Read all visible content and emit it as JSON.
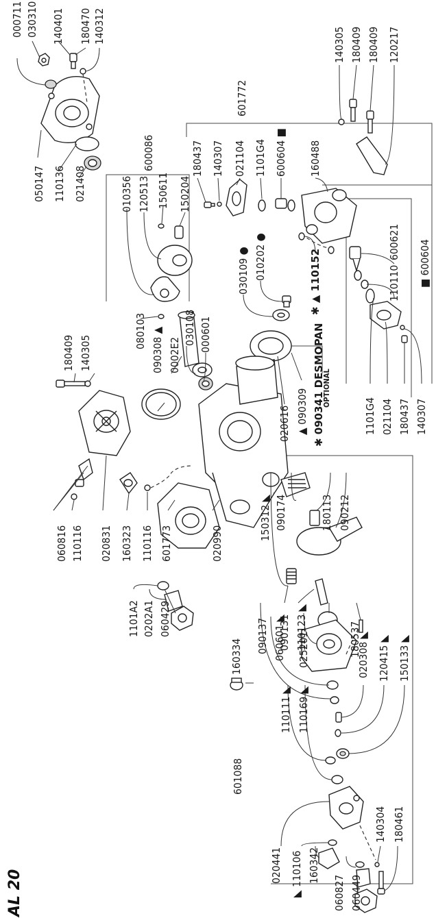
{
  "page_tag": "AL 20",
  "labels": {
    "l000711": "000711",
    "l030310": "030310",
    "l140401": "140401",
    "l180470": "180470",
    "l140312": "140312",
    "l050147": "050147",
    "l110136": "110136",
    "l021408": "021408",
    "l600086": "600086",
    "l010356": "010356",
    "l120513": "120513",
    "l150611": "150611",
    "l150204": "150204",
    "l601772": "601772",
    "l180437a": "180437",
    "l140307a": "140307",
    "l021104a": "021104",
    "l1101G4a": "1101G4",
    "l600604a": "600604 ■",
    "l160488": "160488",
    "l140305a": "140305",
    "l180409a": "180409",
    "l180409b": "180409",
    "l120217": "120217",
    "l110152": "✱ ▲ 110152",
    "l600621": "600621",
    "l110110": "110110",
    "l600604b": "■ 600604",
    "l030109": "030109 ●",
    "l010202": "010202 ●",
    "l080103": "080103",
    "l090308": "090308 ▲",
    "l0002E2": "0002E2",
    "l030108": "030108",
    "l000601": "000601",
    "l020616": "020616",
    "l090309": "▲ 090309",
    "l090341": "✱ 090341 DESMOPAN",
    "optional": "OPTIONAL",
    "l1101G4b": "1101G4",
    "l021104b": "021104",
    "l180437b": "180437",
    "l140307b": "140307",
    "l180409c": "180409",
    "l140305b": "140305",
    "l060816": "060816",
    "l110116a": "110116",
    "l020831": "020831",
    "l160323": "160323",
    "l110116b": "110116",
    "l601773": "601773",
    "l020990": "020990",
    "l150312": "150312 ◣",
    "l090174": "090174",
    "l180113": "180113",
    "l090212": "090212",
    "l1101A2": "1101A2",
    "l0202A1": "0202A1",
    "l060429": "060429",
    "l160334": "160334",
    "l090131": "090131",
    "l110123": "110123 ◣",
    "l180537": "180537",
    "l090137": "090137",
    "l060601": "060601 ◣",
    "l025201": "025201",
    "l020308": "020308 ◣",
    "l120415": "120415 ◣",
    "l150133": "150133 ◣",
    "l110111": "110111 ◣",
    "l110169": "110169 ◣",
    "l601088": "601088",
    "l020441": "020441",
    "l110106": "◣ 110106",
    "l160342": "160342",
    "l140304": "140304",
    "l180461": "180461",
    "l060827": "060827",
    "l060449": "060449"
  }
}
